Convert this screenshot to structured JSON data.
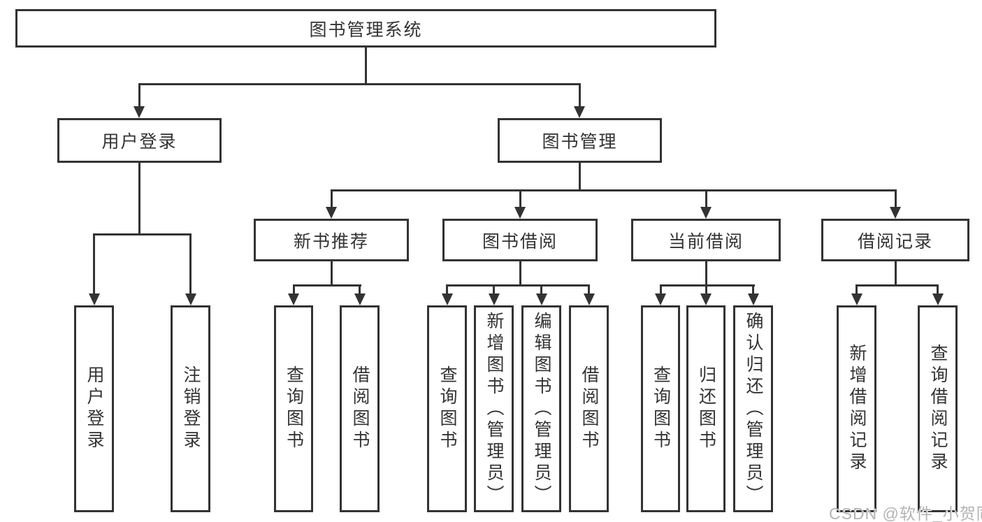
{
  "diagram": {
    "title_node": {
      "label": "图书管理系统"
    },
    "level2": [
      {
        "id": "user-login",
        "label": "用户登录"
      },
      {
        "id": "book-management",
        "label": "图书管理"
      }
    ],
    "level3": [
      {
        "id": "new-book-recommend",
        "label": "新书推荐",
        "parent": "图书管理"
      },
      {
        "id": "book-borrow",
        "label": "图书借阅",
        "parent": "图书管理"
      },
      {
        "id": "current-borrow",
        "label": "当前借阅",
        "parent": "图书管理"
      },
      {
        "id": "borrow-record",
        "label": "借阅记录",
        "parent": "图书管理"
      }
    ],
    "leaves": [
      {
        "label": "用户登录",
        "parent": "用户登录"
      },
      {
        "label": "注销登录",
        "parent": "用户登录"
      },
      {
        "label": "查询图书",
        "parent": "新书推荐"
      },
      {
        "label": "借阅图书",
        "parent": "新书推荐"
      },
      {
        "label": "查询图书",
        "parent": "图书借阅"
      },
      {
        "label": "新增图书（管理员）",
        "parent": "图书借阅"
      },
      {
        "label": "编辑图书（管理员）",
        "parent": "图书借阅"
      },
      {
        "label": "借阅图书",
        "parent": "图书借阅"
      },
      {
        "label": "查询图书",
        "parent": "当前借阅"
      },
      {
        "label": "归还图书",
        "parent": "当前借阅"
      },
      {
        "label": "确认归还（管理员）",
        "parent": "当前借阅"
      },
      {
        "label": "新增借阅记录",
        "parent": "借阅记录"
      },
      {
        "label": "查询借阅记录",
        "parent": "借阅记录"
      }
    ],
    "watermark": "CSDN @软件_小贺同学",
    "colors": {
      "line": "#333333",
      "text": "#333333",
      "box_fill": "#ffffff",
      "watermark": "#b3b3b3",
      "background": "#ffffff"
    }
  }
}
